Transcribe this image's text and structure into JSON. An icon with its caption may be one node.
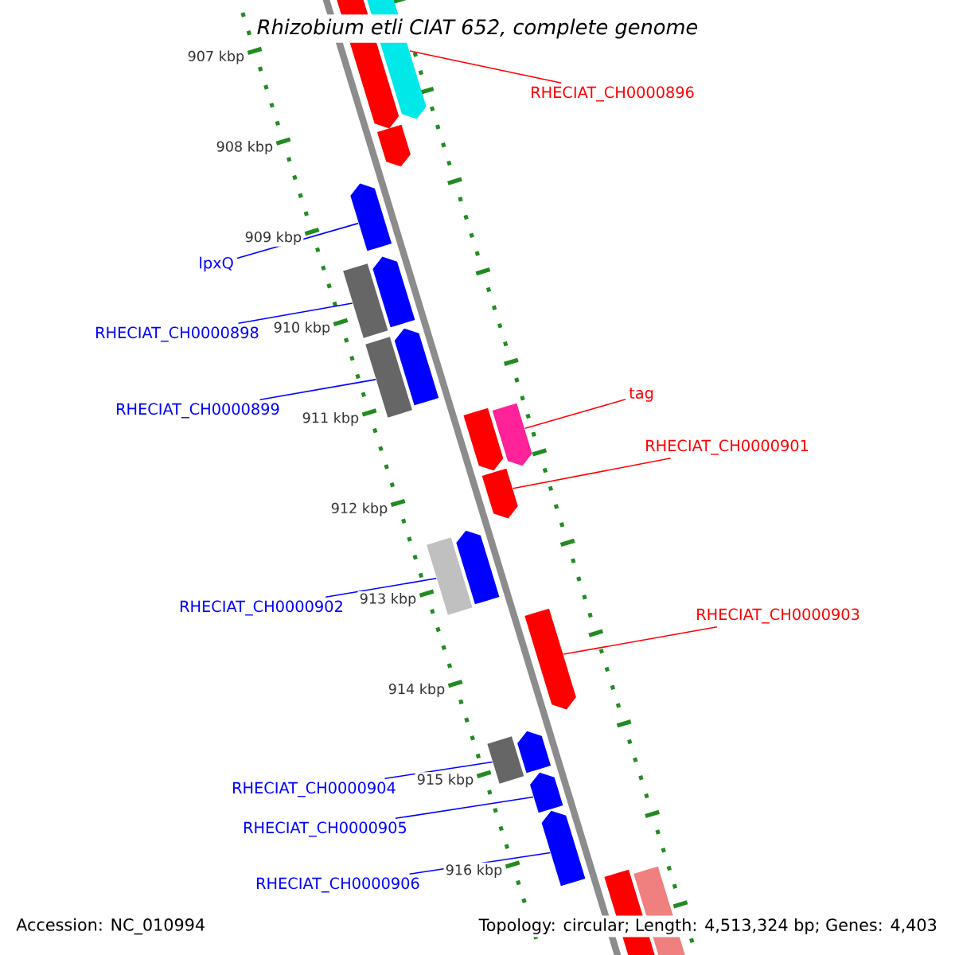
{
  "diagram": {
    "title": "Rhizobium etli CIAT 652, complete genome",
    "nodes": [
      {
        "text": [
          "RHECIAT_CH0000896"
        ]
      },
      {
        "text": [],
        "shape": "bar"
      },
      {
        "text": [
          "lpxQ"
        ]
      },
      {
        "text": [],
        "shape": "bar"
      },
      {
        "text": [
          "RHECIAT_CH0000898"
        ]
      },
      {
        "text": [],
        "shape": "bar"
      },
      {
        "text": [
          "RHECIAT_CH0000899"
        ]
      },
      {
        "text": [],
        "shape": "bar"
      },
      {
        "text": [
          "tag"
        ]
      },
      {
        "text": [],
        "shape": "bar"
      },
      {
        "text": [
          "RHECIAT_CH0000901"
        ]
      },
      {
        "text": [],
        "shape": "bar"
      },
      {
        "text": [
          "RHECIAT_CH0000902"
        ]
      },
      {
        "text": [],
        "shape": "bar"
      },
      {
        "text": [
          "RHECIAT_CH0000903"
        ]
      },
      {
        "text": [],
        "shape": "bar"
      },
      {
        "text": [
          "RHECIAT_CH0000904"
        ]
      },
      {
        "text": [],
        "shape": "bar"
      },
      {
        "text": [
          "RHECIAT_CH0000905"
        ]
      },
      {
        "text": [],
        "shape": "bar"
      },
      {
        "text": [
          "RHECIAT_CH0000906"
        ]
      },
      {
        "text": [],
        "shape": "bar"
      },
      {
        "text": [],
        "shape": "bar"
      },
      {
        "text": [],
        "shape": "bar"
      },
      {
        "text": [],
        "shape": "bar"
      },
      {
        "text": [],
        "shape": "bar"
      },
      {
        "text": [],
        "shape": "bar"
      },
      {
        "text": [],
        "shape": "bar"
      },
      {
        "text": [],
        "shape": "bar"
      },
      {
        "text": [],
        "shape": "bar"
      },
      {
        "text": [],
        "shape": "bar"
      }
    ],
    "edges": [
      {
        "from": 0,
        "to": 1,
        "arrow": "none",
        "color": "#ff0000"
      },
      {
        "from": 2,
        "to": 3,
        "arrow": "none"
      },
      {
        "from": 4,
        "to": 5,
        "arrow": "none"
      },
      {
        "from": 6,
        "to": 7,
        "arrow": "none"
      },
      {
        "from": 8,
        "to": 9,
        "arrow": "none",
        "color": "#ff0000"
      },
      {
        "from": 10,
        "to": 11,
        "arrow": "none",
        "color": "#ff0000"
      },
      {
        "from": 12,
        "to": 13,
        "arrow": "none"
      },
      {
        "from": 14,
        "to": 15,
        "arrow": "none",
        "color": "#ff0000"
      },
      {
        "from": 16,
        "to": 17,
        "arrow": "none"
      },
      {
        "from": 18,
        "to": 19,
        "arrow": "none"
      },
      {
        "from": 20,
        "to": 21,
        "arrow": "none"
      }
    ],
    "labels": [
      "907 kbp",
      "908 kbp",
      "909 kbp",
      "910 kbp",
      "911 kbp",
      "912 kbp",
      "913 kbp",
      "914 kbp",
      "915 kbp",
      "916 kbp",
      "Accession: NC_010994",
      "Topology: circular; Length: 4,513,324 bp; Genes: 4,403"
    ]
  }
}
